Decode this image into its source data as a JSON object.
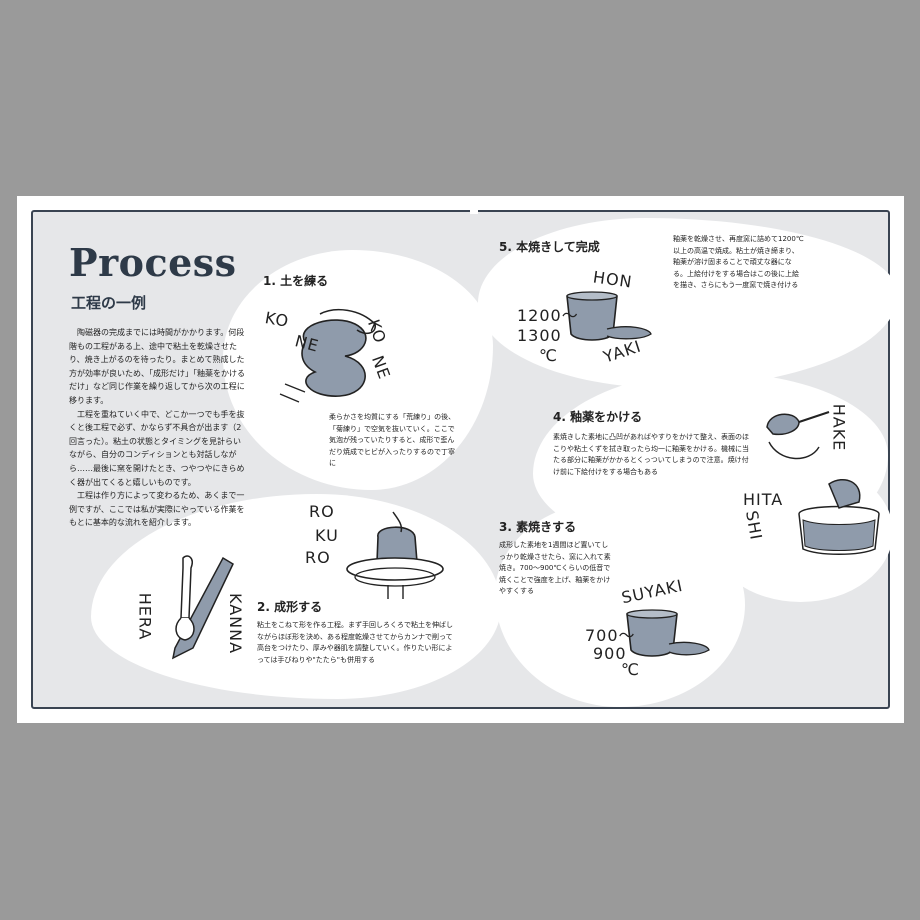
{
  "title": "Process",
  "subtitle": "工程の一例",
  "intro": [
    "陶磁器の完成までには時間がかかります。何段階もの工程がある上、途中で粘土を乾燥させたり、焼き上がるのを待ったり。まとめて熟成した方が効率が良いため、「成形だけ」「釉薬をかけるだけ」など同じ作業を繰り返してから次の工程に移ります。",
    "工程を重ねていく中で、どこか一つでも手を抜くと後工程で必ず、かならず不具合が出ます（2回言った）。粘土の状態とタイミングを見計らいながら、自分のコンディションとも対話しながら……最後に窯を開けたとき、つやつやにきらめく器が出てくると嬉しいものです。",
    "工程は作り方によって変わるため、あくまで一例ですが、ここでは私が実際にやっている作業をもとに基本的な流れを紹介します。"
  ],
  "steps": {
    "s1": {
      "heading": "1. 土を練る",
      "text": "柔らかさを均質にする「荒練り」の後、「菊練り」で空気を抜いていく。ここで気泡が残っていたりすると、成形で歪んだり焼成でヒビが入ったりするので丁寧に",
      "words": [
        "KO",
        "NE",
        "KO",
        "NE"
      ]
    },
    "s2": {
      "heading": "2. 成形する",
      "text": "粘土をこねて形を作る工程。まず手回しろくろで粘土を伸ばしながらほぼ形を決め、ある程度乾燥させてからカンナで削って高台をつけたり、厚みや器肌を調整していく。作りたい形によっては手びねりや\"たたら\"も併用する",
      "words": [
        "RO",
        "KU",
        "RO",
        "HERA",
        "KANNA"
      ]
    },
    "s3": {
      "heading": "3. 素焼きする",
      "text": "成形した素地を1週間ほど置いてしっかり乾燥させたら、窯に入れて素焼き。700～900℃くらいの低音で焼くことで強度を上げ、釉薬をかけやすくする",
      "words": [
        "SUYAKI",
        "700～",
        "900",
        "℃"
      ]
    },
    "s4": {
      "heading": "4. 釉薬をかける",
      "text": "素焼きした素地に凸凹があればやすりをかけて整え、表面のほこりや粘土くずを拭き取ったら均一に釉薬をかける。機械に当たる部分に釉薬がかかるとくっついてしまうので注意。焼け付け前に下絵付けをする場合もある",
      "words": [
        "HAKE",
        "HITA",
        "SHI"
      ]
    },
    "s5": {
      "heading": "5. 本焼きして完成",
      "text": "釉薬を乾燥させ、再度窯に詰めて1200℃以上の高温で焼成。粘土が焼き締まり、釉薬が溶け固まることで頑丈な器になる。上絵付けをする場合はこの後に上絵を描き、さらにもう一度窯で焼き付ける",
      "words": [
        "HON",
        "1200～",
        "1300",
        "℃",
        "YAKI"
      ]
    }
  },
  "colors": {
    "frame": "#3a4452",
    "panel": "#e6e7e9",
    "clay": "#8f9bab",
    "ink": "#222222",
    "titleColor": "#2e3a48"
  }
}
